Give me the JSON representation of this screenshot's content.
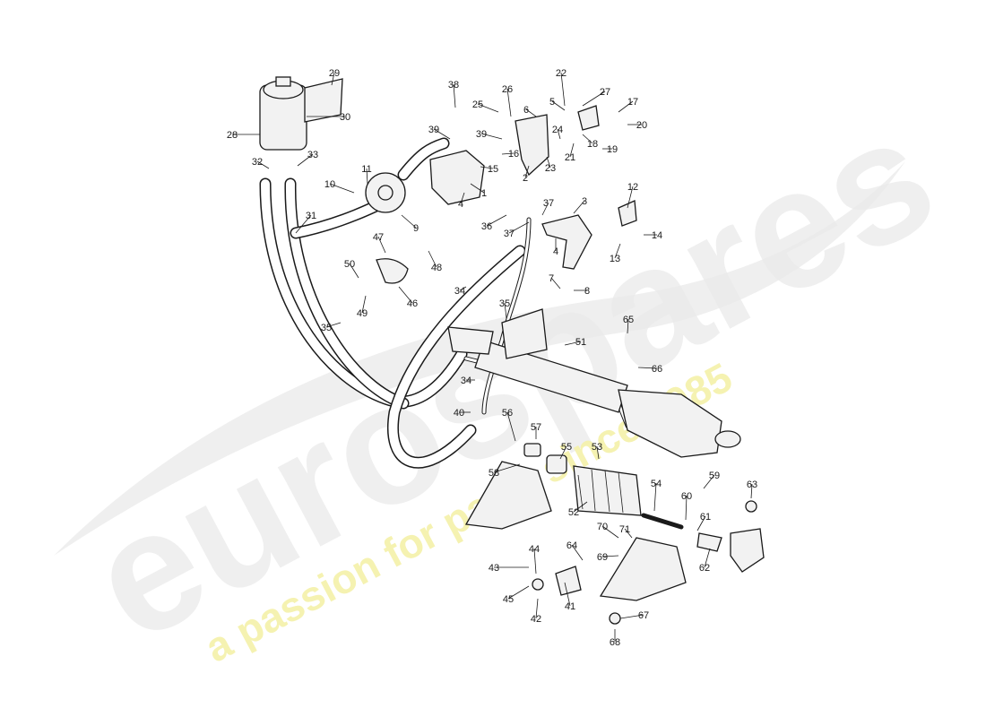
{
  "colors": {
    "line": "#1a1a1a",
    "part_fill": "#f2f2f2",
    "watermark_gray": "#e9e9e9",
    "watermark_yellow": "#f4f1a8"
  },
  "watermark": {
    "brand": "eurospares",
    "slogan": "a passion for parts since 1985"
  },
  "labels": [
    "1",
    "2",
    "3",
    "4",
    "4",
    "5",
    "6",
    "7",
    "8",
    "9",
    "10",
    "11",
    "12",
    "13",
    "14",
    "15",
    "16",
    "17",
    "18",
    "19",
    "20",
    "21",
    "22",
    "23",
    "24",
    "25",
    "26",
    "27",
    "28",
    "29",
    "30",
    "31",
    "32",
    "33",
    "34",
    "34",
    "35",
    "35",
    "36",
    "37",
    "37",
    "38",
    "39",
    "39",
    "40",
    "41",
    "42",
    "43",
    "44",
    "45",
    "46",
    "47",
    "48",
    "49",
    "50",
    "51",
    "52",
    "53",
    "54",
    "55",
    "56",
    "57",
    "58",
    "59",
    "60",
    "61",
    "62",
    "63",
    "64",
    "65",
    "66",
    "67",
    "68",
    "69",
    "70",
    "71"
  ]
}
